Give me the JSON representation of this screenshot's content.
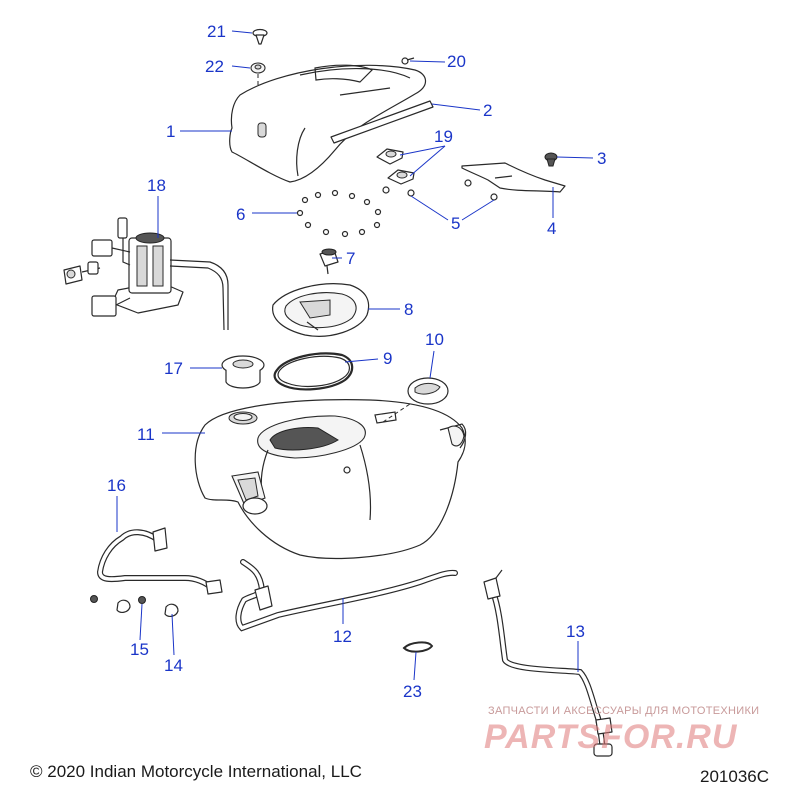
{
  "colors": {
    "callout": "#1a35c8",
    "watermark": "#e07a7a",
    "watermark_tagline": "#c89a9a"
  },
  "callouts": [
    {
      "id": "21",
      "label": "21"
    },
    {
      "id": "22",
      "label": "22"
    },
    {
      "id": "20",
      "label": "20"
    },
    {
      "id": "1",
      "label": "1"
    },
    {
      "id": "2",
      "label": "2"
    },
    {
      "id": "19",
      "label": "19"
    },
    {
      "id": "3",
      "label": "3"
    },
    {
      "id": "18",
      "label": "18"
    },
    {
      "id": "6",
      "label": "6"
    },
    {
      "id": "5",
      "label": "5"
    },
    {
      "id": "4",
      "label": "4"
    },
    {
      "id": "7",
      "label": "7"
    },
    {
      "id": "8",
      "label": "8"
    },
    {
      "id": "10",
      "label": "10"
    },
    {
      "id": "17",
      "label": "17"
    },
    {
      "id": "9",
      "label": "9"
    },
    {
      "id": "11",
      "label": "11"
    },
    {
      "id": "16",
      "label": "16"
    },
    {
      "id": "12",
      "label": "12"
    },
    {
      "id": "13",
      "label": "13"
    },
    {
      "id": "15",
      "label": "15"
    },
    {
      "id": "14",
      "label": "14"
    },
    {
      "id": "23",
      "label": "23"
    }
  ],
  "footer": {
    "copyright": "© 2020 Indian Motorcycle International, LLC",
    "diagram_id": "201036C"
  },
  "watermark": {
    "tagline": "ЗАПЧАСТИ И АКСЕССУАРЫ ДЛЯ МОТОТЕХНИКИ",
    "brand": "PARTSFOR.RU"
  }
}
